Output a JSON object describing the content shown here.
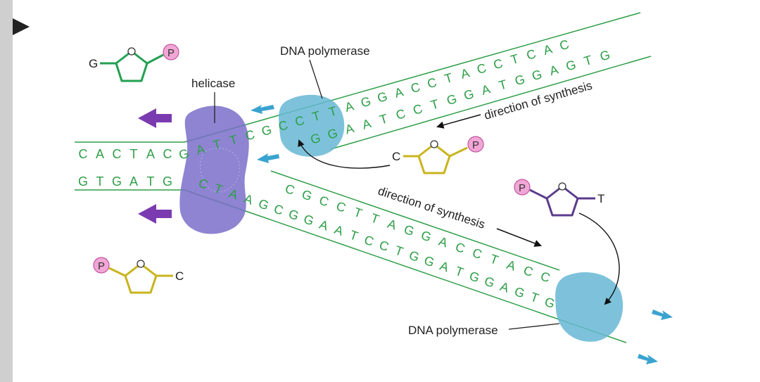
{
  "colors": {
    "strand": "#2e9e48",
    "helicase": "#7a6fc9",
    "polymerase": "#66b7d3",
    "phosphate": "#f2a6d6",
    "nucleotide_green": "#22a052",
    "nucleotide_yellow": "#c9b41e",
    "nucleotide_purple": "#5b3b8c",
    "arrow_purple": "#7b3bb0",
    "arrow_blue": "#3aa3d0",
    "page_edge": "#cfcfcf"
  },
  "labels": {
    "helicase": "helicase",
    "polymerase_top": "DNA polymerase",
    "polymerase_bottom": "DNA polymerase",
    "synthesis_top": "direction of synthesis",
    "synthesis_bottom": "direction of synthesis",
    "phosphate": "P"
  },
  "nucleotides": {
    "top_left_base": "G",
    "mid_right_base": "C",
    "right_base": "T",
    "bottom_left_base": "C"
  },
  "sequences": {
    "parent_top": [
      "C",
      "A",
      "C",
      "T",
      "A",
      "C",
      "G",
      "A",
      "T",
      "T",
      "C",
      "G",
      "C",
      "C",
      "T",
      "T",
      "A",
      "G",
      "G",
      "A",
      "C",
      "C",
      "T",
      "A",
      "C",
      "C",
      "T",
      "C",
      "A",
      "C"
    ],
    "parent_bottom": [
      "G",
      "T",
      "G",
      "A",
      "T",
      "G",
      "C",
      "T",
      "A",
      "A",
      "G",
      "C",
      "G",
      "G",
      "A",
      "A",
      "T",
      "C",
      "C",
      "T",
      "G",
      "G",
      "A",
      "T",
      "G",
      "G",
      "A",
      "G",
      "T",
      "G"
    ],
    "new_top": [
      "G",
      "G",
      "A",
      "A",
      "T",
      "C",
      "C",
      "T",
      "G",
      "G",
      "A",
      "T",
      "G",
      "G",
      "A",
      "G",
      "T",
      "G"
    ],
    "new_bottom": [
      "C",
      "G",
      "C",
      "C",
      "T",
      "T",
      "A",
      "G",
      "G",
      "A",
      "C",
      "C",
      "T",
      "A",
      "C",
      "C"
    ]
  }
}
